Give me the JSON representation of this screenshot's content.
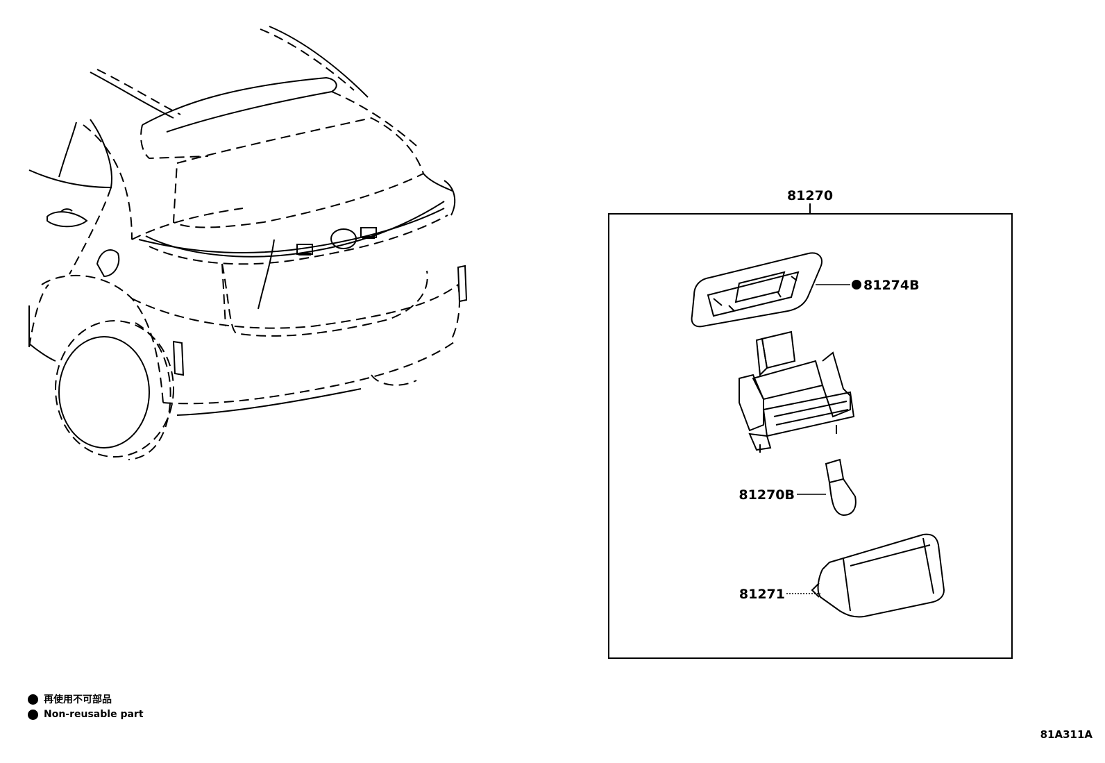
{
  "diagram": {
    "labels": {
      "assembly": "81270",
      "gasket": "81274B",
      "bulb": "81270B",
      "lens": "81271"
    },
    "legend": {
      "line_ja": "再使用不可部品",
      "line_en": "Non-reusable part"
    },
    "illustration_code": "81A311A"
  }
}
